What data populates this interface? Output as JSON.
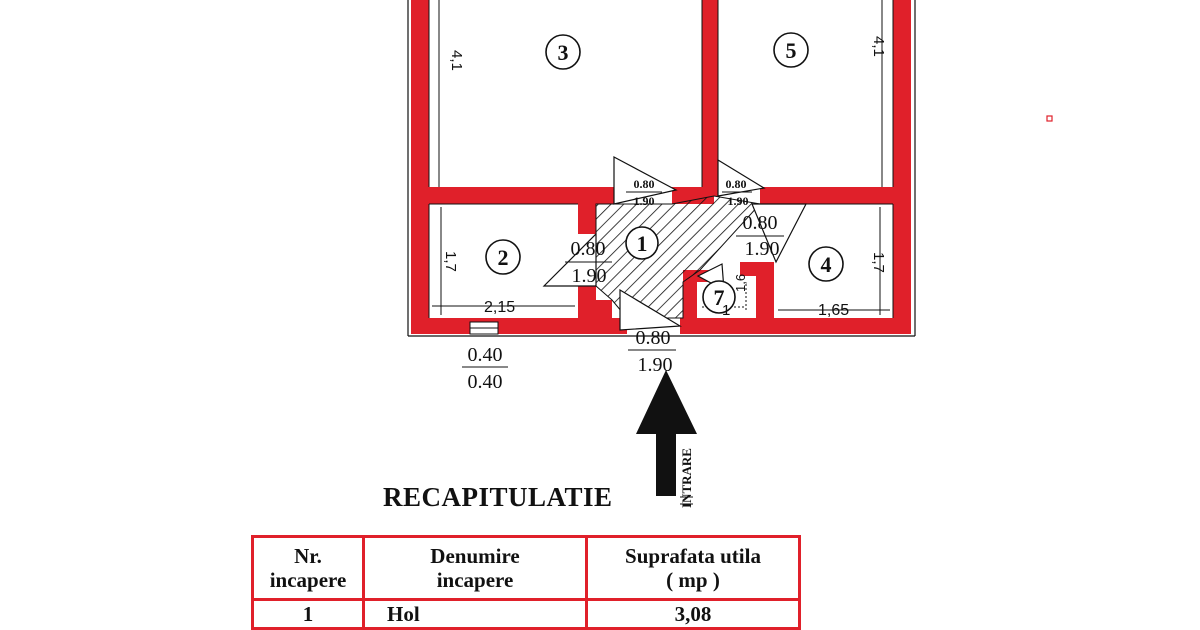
{
  "rooms": [
    {
      "id": "1",
      "label": "1"
    },
    {
      "id": "2",
      "label": "2"
    },
    {
      "id": "3",
      "label": "3"
    },
    {
      "id": "4",
      "label": "4"
    },
    {
      "id": "5",
      "label": "5"
    },
    {
      "id": "7",
      "label": "7"
    }
  ],
  "dimensions": {
    "room3_height": "4,1",
    "room5_height": "4,1",
    "room2_height": "1,7",
    "room4_height": "1,7",
    "room2_width": "2,15",
    "room4_width": "1,65",
    "room7_width": "1",
    "room7_height": "1,6"
  },
  "doors": {
    "d1_w": "0.80",
    "d1_h": "1.90",
    "d2_w": "0.80",
    "d2_h": "1.90",
    "d3_w": "0.80",
    "d3_h": "1.90",
    "d4_w": "0.80",
    "d4_h": "1.90",
    "d5_w": "0.80",
    "d5_h": "1.90"
  },
  "window": {
    "w": "0.40",
    "h": "0.40"
  },
  "entrance_label": "INTRARE",
  "colors": {
    "walls": "#e0202a",
    "ink": "#111111"
  },
  "recap": {
    "title": "RECAPITULATIE",
    "headers": {
      "nr_line1": "Nr.",
      "nr_line2": "incapere",
      "name_line1": "Denumire",
      "name_line2": "incapere",
      "area_line1": "Suprafata utila",
      "area_line2": "( mp )"
    },
    "rows": [
      {
        "nr": "1",
        "name": "Hol",
        "area": "3,08"
      }
    ]
  }
}
